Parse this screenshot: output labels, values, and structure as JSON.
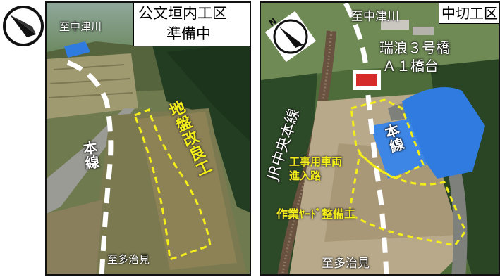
{
  "left_photo": {
    "title_line1": "公文垣内工区",
    "title_line2": "準備中",
    "to_top": "至中津川",
    "to_bottom": "至多治見",
    "main_line": "本線",
    "ground_improvement": "地盤改良工",
    "colors": {
      "route": "#ffffff",
      "work_area": "#f4ee1a",
      "tarp": "#2f7be0"
    }
  },
  "right_photo": {
    "title": "中切工区",
    "to_top": "至中津川",
    "to_bottom": "至多治見",
    "bridge_name": "瑞浪３号橋",
    "abutment": "Ａ１橋台",
    "railway": "JR中央本線",
    "main_line": "本線",
    "access_road_line1": "工事用車両",
    "access_road_line2": "進入路",
    "yard": "作業ﾔｰﾄﾞ整備工",
    "compass_letter": "N",
    "colors": {
      "route": "#ffffff",
      "work_area": "#f4ee1a",
      "tarp": "#2f7be0",
      "abutment_marker": "#d62b2b"
    }
  },
  "icons": {
    "left_compass": "compass-icon",
    "right_compass": "compass-icon"
  }
}
